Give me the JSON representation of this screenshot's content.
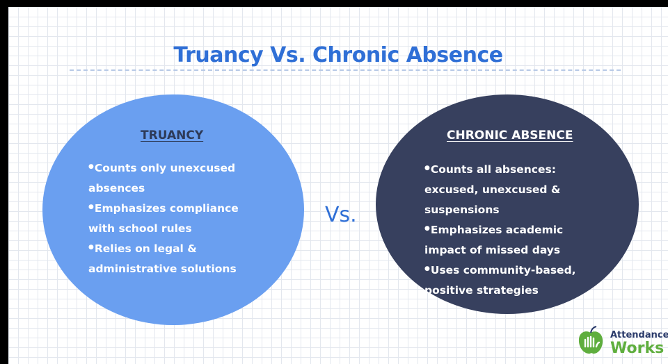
{
  "title": "Truancy Vs. Chronic Absence",
  "vs_label": "Vs.",
  "truancy": {
    "heading": "TRUANCY",
    "bullets": [
      [
        "Counts only unexcused",
        "absences"
      ],
      [
        "Emphasizes compliance",
        "with school rules"
      ],
      [
        "Relies on legal &",
        "administrative solutions"
      ]
    ]
  },
  "chronic_absence": {
    "heading": "CHRONIC ABSENCE",
    "bullets": [
      [
        "Counts all absences:",
        "excused, unexcused &",
        "suspensions"
      ],
      [
        "Emphasizes academic",
        "impact of missed  days"
      ],
      [
        "Uses community-based,",
        "positive strategies"
      ]
    ]
  },
  "logo": {
    "line1": "Attendance",
    "line2": "Works"
  },
  "colors": {
    "title": "#2f6fd6",
    "truancy_fill": "#6a9ff0",
    "chronic_fill": "#37405e",
    "logo_green": "#5fae3e"
  }
}
